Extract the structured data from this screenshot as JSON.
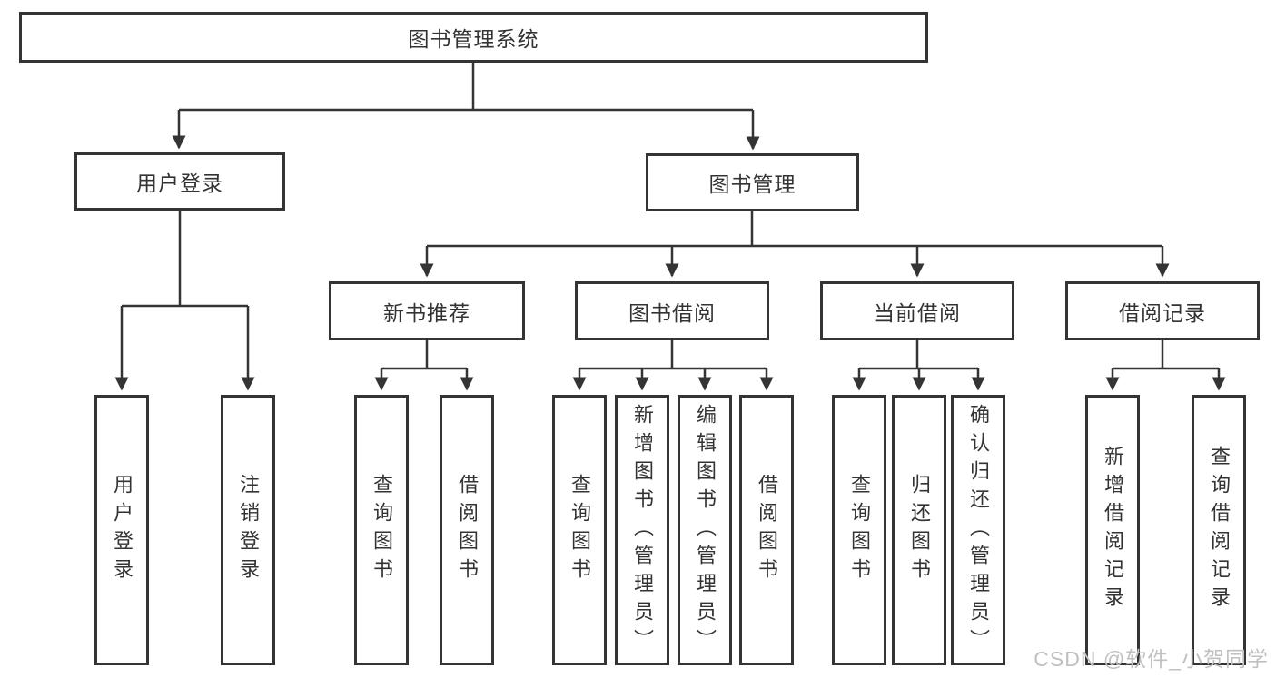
{
  "nodes": {
    "root": "图书管理系统",
    "login": "用户登录",
    "manage": "图书管理",
    "sections": [
      "新书推荐",
      "图书借阅",
      "当前借阅",
      "借阅记录"
    ],
    "leaves_login": [
      "用户登录",
      "注销登录"
    ],
    "leaves_recommend": [
      "查询图书",
      "借阅图书"
    ],
    "leaves_borrow": [
      "查询图书",
      "新增图书（管理员）",
      "编辑图书（管理员）",
      "借阅图书"
    ],
    "leaves_current": [
      "查询图书",
      "归还图书",
      "确认归还（管理员）"
    ],
    "leaves_records": [
      "新增借阅记录",
      "查询借阅记录"
    ]
  },
  "watermark": {
    "text": "CSDN @软件_小贺同学",
    "color": "#c0c0c0"
  },
  "colors": {
    "line": "#343434",
    "text": "#333333",
    "background": "#ffffff"
  }
}
